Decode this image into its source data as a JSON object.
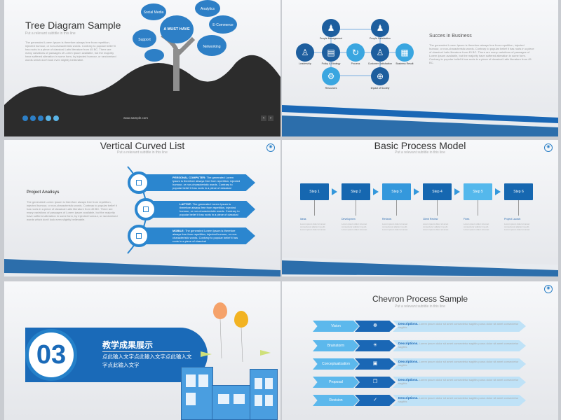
{
  "slides": [
    {
      "title": "Tree Diagram Sample",
      "subtitle": "Put a relevant subtitle in this line",
      "body": "The generated Lorem Ipsum is therefore always free from repetition, injected humour, or non-characteristic words. Contrary to popular belief it has roots in a piece of classical Latin literature from 45 BC. There are many variations of passages of Lorem Ipsum available, but the majority have suffered alteration in some form, by injected humour, or randomised words which don't look even slightly believable.",
      "center_label": "A MUST HAVE",
      "branches": [
        "Social Media",
        "Analytics",
        "E-Commerce",
        "Support",
        "Networking"
      ],
      "url": "www.sample.com"
    },
    {
      "title": "Succes in Business",
      "body": "The generated Lorem Ipsum is therefore always free from repetition, injected humour, or non-characteristic words. Contrary to popular belief it has roots in a piece of classical Latin literature from 45 BC. There are many variations of passages of Lorem Ipsum available, but the majority have suffered alteration in some form. Contrary to popular belief it has roots in a piece of classical Latin literature from 45 BC.",
      "nodes": [
        "People Management",
        "People Satisfaction",
        "Leadership",
        "Policy & Strategy",
        "Process",
        "Customer Satisfaction",
        "Business Result",
        "Resources",
        "Impact of Society"
      ]
    },
    {
      "title": "Vertical Curved List",
      "subtitle": "Put a relevant subtitle in this line",
      "side_title": "Project Analisys",
      "side_body": "The generated Lorem Ipsum is therefore always free from repetition, injected humour, or non-characteristic words. Contrary to popular belief it has roots in a piece of classical Latin literature from 45 BC. There are many variations of passages of Lorem ipsum available, but the majority have suffered alteration in some form, by injected humour, or randomised words which don't look even slightly believable.",
      "items": [
        {
          "label": "PERSONAL COMPUTER:",
          "text": "The generated Lorem Ipsum is therefore always free from repetition, injected humour, or non-characteristic words. Contrary to popular belief it has roots in a piece of classical"
        },
        {
          "label": "LAPTOP:",
          "text": "The generated Lorem Ipsum is therefore always free from repetition, injected humour, or non-characteristic words. Contrary to popular belief it has roots in a piece of classical"
        },
        {
          "label": "MOBILE:",
          "text": "The generated Lorem Ipsum is therefore always free from repetition, injected humour, or non-characteristic words. Contrary to popular belief it has roots in a piece of classical"
        }
      ]
    },
    {
      "title": "Basic Process Model",
      "subtitle": "Put a relevant subtitle in this line",
      "steps": [
        "Step 1",
        "Step 2",
        "Step 3",
        "Step 4",
        "Step 5",
        "Step 6"
      ],
      "step_titles": [
        "Ideas",
        "Developmen",
        "Reviews",
        "Client Review",
        "Fixes",
        "Project Launch"
      ],
      "step_desc": "Lorem ipsum dolor sit amet consectetur adipisc ing elit, Lorem ipsum dolor sit amet."
    },
    {
      "number": "03",
      "title": "教学成果展示",
      "subtitle": "点此输入文字点此输入文字点此输入文字点此输入文字"
    },
    {
      "title": "Chevron Process Sample",
      "subtitle": "Put a relevant subtitle in this line",
      "rows": [
        {
          "label": "Vision",
          "icon": "☸",
          "desc_label": "Descriptions.",
          "desc": "Lorem ipsum dolor sit amet consectetur sagittis purus dolor sit amet consectetur sagittis"
        },
        {
          "label": "Brainstorm",
          "icon": "☀",
          "desc_label": "Descriptions.",
          "desc": "Lorem ipsum dolor sit amet consectetur sagittis purus dolor sit amet consectetur sagittis"
        },
        {
          "label": "Conceptualization",
          "icon": "▣",
          "desc_label": "Descriptions.",
          "desc": "Lorem ipsum dolor sit amet consectetur sagittis purus dolor sit amet consectetur sagittis"
        },
        {
          "label": "Proposal",
          "icon": "❐",
          "desc_label": "Descriptions.",
          "desc": "Lorem ipsum dolor sit amet consectetur sagittis purus dolor sit amet consectetur sagittis"
        },
        {
          "label": "Revision",
          "icon": "✓",
          "desc_label": "Descriptions.",
          "desc": "Lorem ipsum dolor sit amet consectetur sagittis purus dolor sit amet consectetur sagittis"
        }
      ]
    }
  ],
  "colors": {
    "primary": "#1a67b5",
    "accent": "#3aa6e0",
    "light": "#5cb8ec",
    "dark": "#2a2a2a"
  }
}
